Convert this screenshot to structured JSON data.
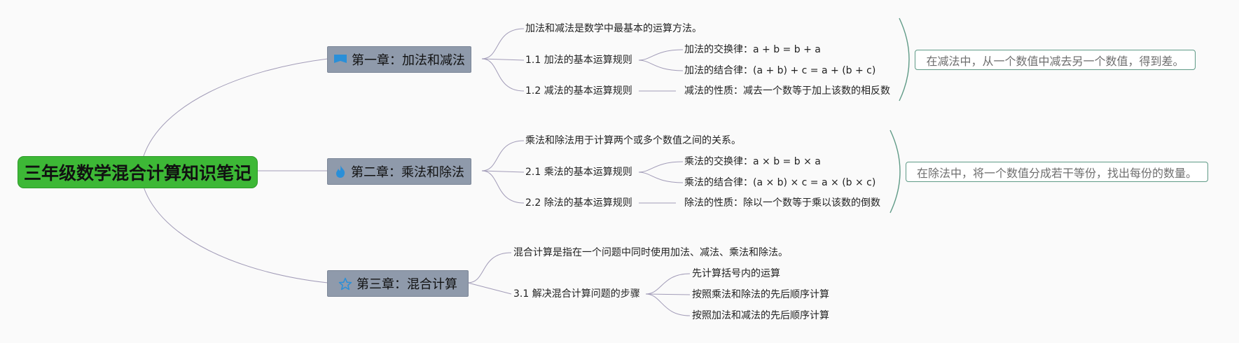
{
  "root": {
    "title": "三年级数学混合计算知识笔记"
  },
  "chapters": [
    {
      "icon": "flag-icon",
      "title": "第一章：加法和减法",
      "intro": "加法和减法是数学中最基本的运算方法。",
      "sections": [
        {
          "label": "1.1 加法的基本运算规则",
          "items": [
            "加法的交换律：a + b = b + a",
            "加法的结合律：(a + b) + c = a + (b + c)"
          ]
        },
        {
          "label": "1.2 减法的基本运算规则",
          "items": [
            "减法的性质：减去一个数等于加上该数的相反数"
          ]
        }
      ],
      "summary": "在减法中，从一个数值中减去另一个数值，得到差。"
    },
    {
      "icon": "flame-icon",
      "title": "第二章：乘法和除法",
      "intro": "乘法和除法用于计算两个或多个数值之间的关系。",
      "sections": [
        {
          "label": "2.1 乘法的基本运算规则",
          "items": [
            "乘法的交换律：a × b = b × a",
            "乘法的结合律：(a × b) × c = a × (b × c)"
          ]
        },
        {
          "label": "2.2 除法的基本运算规则",
          "items": [
            "除法的性质：除以一个数等于乘以该数的倒数"
          ]
        }
      ],
      "summary": "在除法中，将一个数值分成若干等份，找出每份的数量。"
    },
    {
      "icon": "star-icon",
      "title": "第三章：混合计算",
      "intro": "混合计算是指在一个问题中同时使用加法、减法、乘法和除法。",
      "sections": [
        {
          "label": "3.1 解决混合计算问题的步骤",
          "items": [
            "先计算括号内的运算",
            "按照乘法和除法的先后顺序计算",
            "按照加法和减法的先后顺序计算"
          ]
        }
      ]
    }
  ],
  "colors": {
    "root_fill": "#3db836",
    "chapter_fill": "#8f9aab",
    "link": "#a29cb8",
    "summary_border": "#5f9a86",
    "icon_blue": "#2a8fd8"
  }
}
